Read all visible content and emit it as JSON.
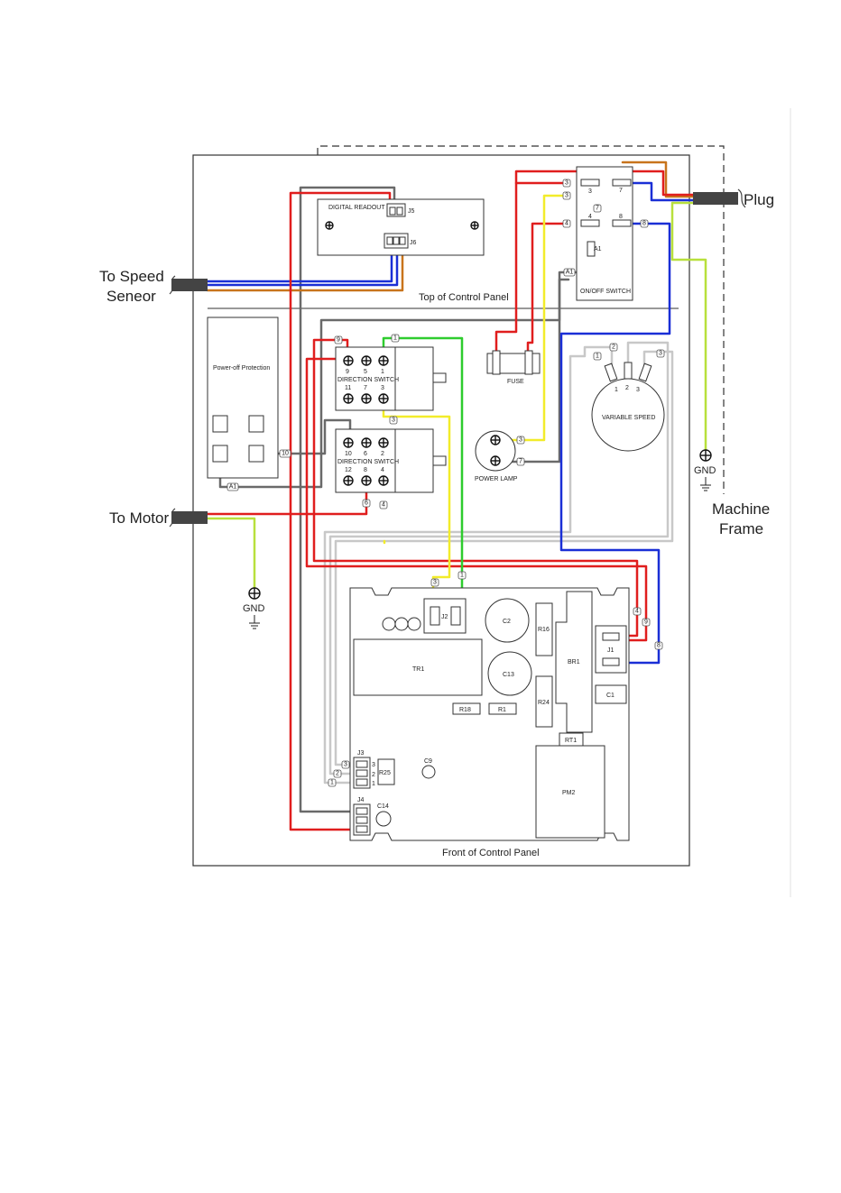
{
  "labels": {
    "plug": "Plug",
    "to_speed_sensor_line1": "To Speed",
    "to_speed_sensor_line2": "Seneor",
    "to_motor": "To Motor",
    "machine_frame_line1": "Machine",
    "machine_frame_line2": "Frame",
    "gnd": "GND",
    "top_of_control_panel": "Top of Control Panel",
    "front_of_control_panel": "Front of Control Panel",
    "digital_readout": "DIGITAL READOUT",
    "j5": "J5",
    "j6": "J6",
    "onoff_switch": "ON/OFF SWITCH",
    "a1": "A1",
    "power_off_protection": "Power-off Protection",
    "direction_switch": "DIRECTION SWITCH",
    "fuse": "FUSE",
    "power_lamp": "POWER LAMP",
    "variable_speed": "VARIABLE SPEED",
    "j2": "J2",
    "c2": "C2",
    "c13": "C13",
    "r16": "R16",
    "r24": "R24",
    "br1": "BR1",
    "j1": "J1",
    "c1": "C1",
    "tr1": "TR1",
    "r18": "R18",
    "r1": "R1",
    "rt1": "RT1",
    "pm2": "PM2",
    "j3": "J3",
    "r25": "R25",
    "c9": "C9",
    "j4": "J4",
    "c14": "C14"
  },
  "switch_terminals": {
    "upper_top": [
      "9",
      "5",
      "1"
    ],
    "upper_bottom": [
      "11",
      "7",
      "3"
    ],
    "lower_top": [
      "10",
      "6",
      "2"
    ],
    "lower_bottom": [
      "12",
      "8",
      "4"
    ]
  },
  "onoff_terminals": [
    "3",
    "7",
    "4",
    "8"
  ],
  "pot_terminals": [
    "1",
    "2",
    "3"
  ],
  "j3_pins": [
    "3",
    "2",
    "1"
  ],
  "wire_tags": [
    "3",
    "3",
    "4",
    "7",
    "8",
    "A1",
    "9",
    "1",
    "3",
    "10",
    "A1",
    "6",
    "4",
    "3",
    "7",
    "1",
    "2",
    "3",
    "3",
    "1",
    "4",
    "9",
    "8",
    "3",
    "2",
    "1"
  ],
  "colors": {
    "red": "#e01e1e",
    "blue": "#1a2fd6",
    "yellow": "#f2ec2a",
    "green": "#2ecc2e",
    "orange": "#c8741c",
    "gray": "#6a6a6a",
    "lightgray": "#c8c8c8",
    "gnd_green": "#b8e03c"
  }
}
